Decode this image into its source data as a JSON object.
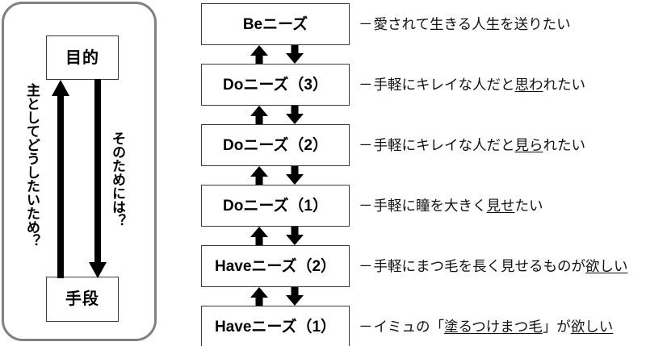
{
  "left_panel": {
    "name": "means-ends-loop",
    "top_box": {
      "label": "目的"
    },
    "bottom_box": {
      "label": "手段"
    },
    "up_arrow": {
      "label": "主としてどうしたいため？",
      "direction": "up"
    },
    "down_arrow": {
      "label": "そのためには？",
      "direction": "down"
    }
  },
  "ladder": {
    "rows": [
      {
        "box_label": "Beニーズ",
        "annotation": {
          "dash": "－",
          "parts": [
            {
              "text": "愛されて生きる人生を送りたい",
              "underline": false
            }
          ]
        }
      },
      {
        "box_label": "Doニーズ（3）",
        "annotation": {
          "dash": "－",
          "parts": [
            {
              "text": "手軽にキレイな人だと",
              "underline": false
            },
            {
              "text": "思わ",
              "underline": true
            },
            {
              "text": "れたい",
              "underline": false
            }
          ]
        }
      },
      {
        "box_label": "Doニーズ（2）",
        "annotation": {
          "dash": "－",
          "parts": [
            {
              "text": "手軽にキレイな人だと",
              "underline": false
            },
            {
              "text": "見ら",
              "underline": true
            },
            {
              "text": "れたい",
              "underline": false
            }
          ]
        }
      },
      {
        "box_label": "Doニーズ（1）",
        "annotation": {
          "dash": "－",
          "parts": [
            {
              "text": "手軽に瞳を大きく",
              "underline": false
            },
            {
              "text": "見せ",
              "underline": true
            },
            {
              "text": "たい",
              "underline": false
            }
          ]
        }
      },
      {
        "box_label": "Haveニーズ（2）",
        "annotation": {
          "dash": "－",
          "parts": [
            {
              "text": "手軽にまつ毛を長く見せるものが",
              "underline": false
            },
            {
              "text": "欲しい",
              "underline": true
            }
          ]
        }
      },
      {
        "box_label": "Haveニーズ（1）",
        "annotation": {
          "dash": "－",
          "parts": [
            {
              "text": "イミュの「",
              "underline": false
            },
            {
              "text": "塗るつけまつ毛",
              "underline": true
            },
            {
              "text": "」が",
              "underline": false
            },
            {
              "text": "欲しい",
              "underline": true
            }
          ]
        }
      }
    ],
    "arrow_up_name": "up-arrow",
    "arrow_down_name": "down-arrow"
  },
  "colors": {
    "panel_border": "#808080",
    "box_border": "#3a3a3a",
    "arrow": "#000000",
    "text": "#000000",
    "background": "#ffffff"
  }
}
